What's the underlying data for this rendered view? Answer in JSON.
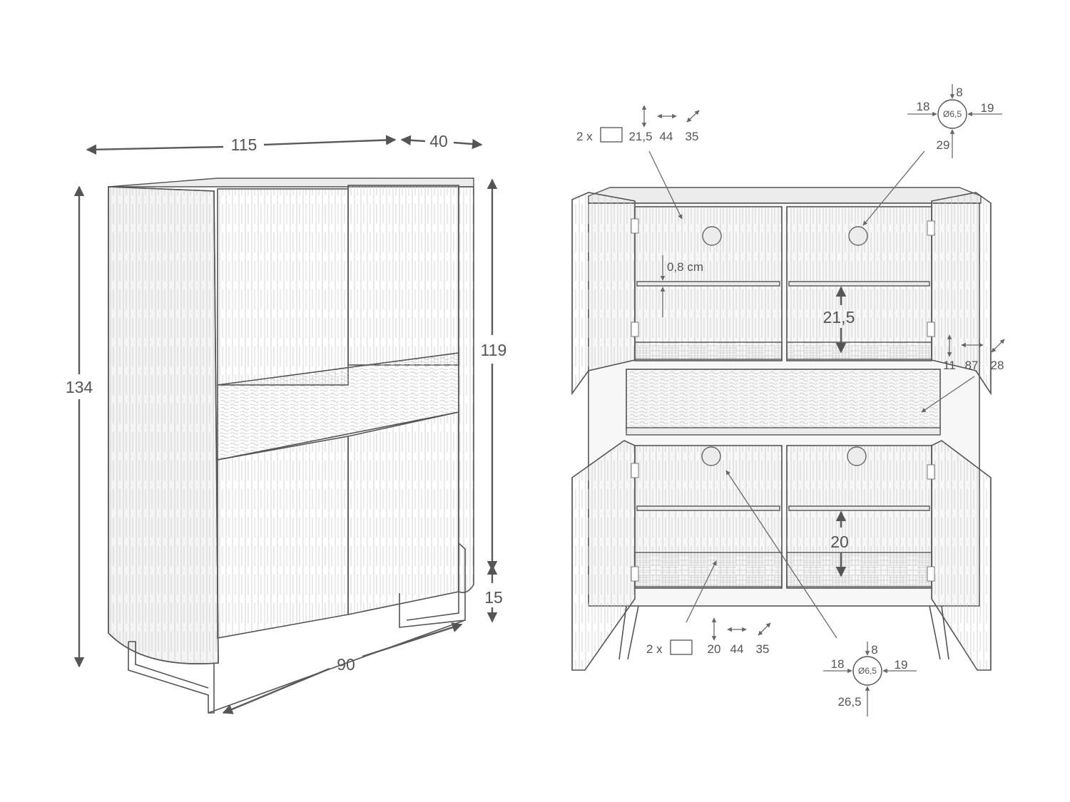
{
  "overall": {
    "width": "115",
    "depth": "40",
    "height": "134",
    "body_height": "119",
    "leg_height": "15",
    "leg_span": "90"
  },
  "interior": {
    "shelf_thickness": "0,8 cm",
    "upper_compartment_height": "21,5",
    "lower_compartment_height": "20",
    "drawer_height": "11",
    "drawer_width": "87",
    "drawer_depth": "28"
  },
  "top_shelf_callout": {
    "quantity": "2 x",
    "height": "21,5",
    "width": "44",
    "depth": "35"
  },
  "bottom_shelf_callout": {
    "quantity": "2 x",
    "height": "20",
    "width": "44",
    "depth": "35"
  },
  "top_hole_callout": {
    "diameter": "Ø6,5",
    "top": "8",
    "left": "18",
    "right": "19",
    "bottom": "29"
  },
  "bottom_hole_callout": {
    "diameter": "Ø6,5",
    "top": "8",
    "left": "18",
    "right": "19",
    "bottom": "26,5"
  }
}
